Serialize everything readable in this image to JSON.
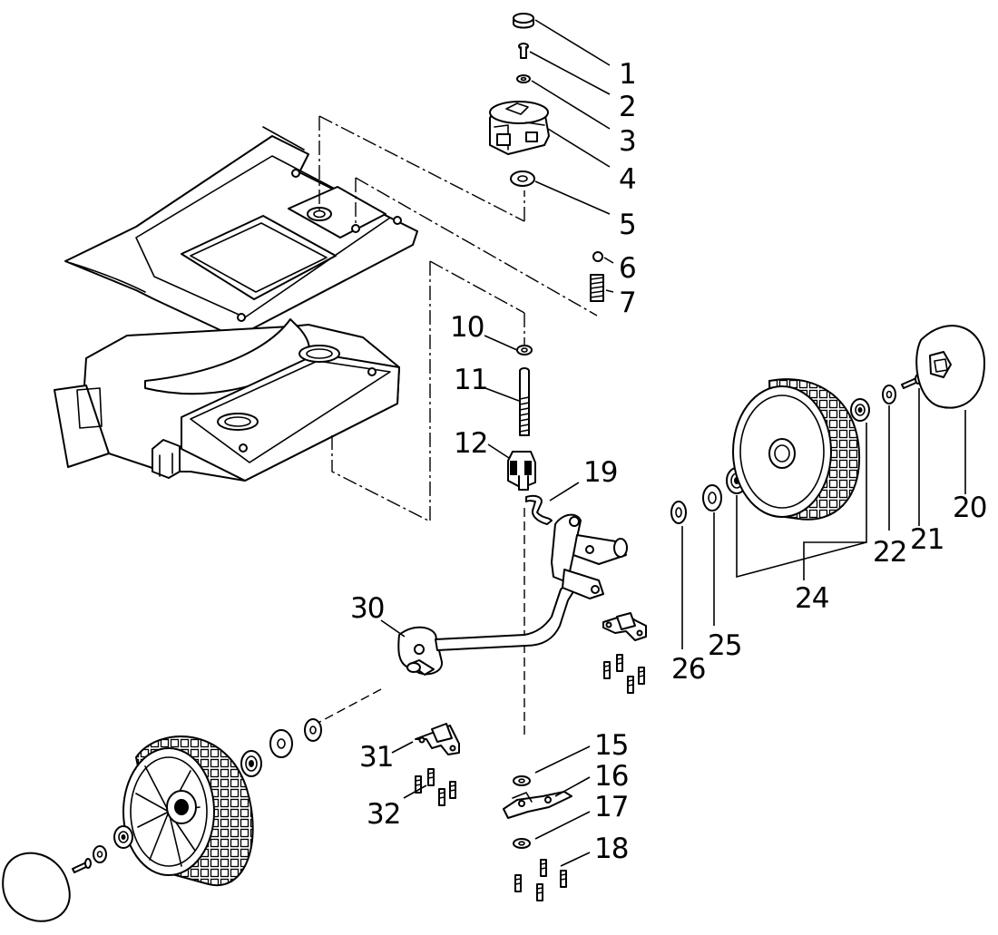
{
  "diagram": {
    "callouts": [
      {
        "id": "c1",
        "text": "1"
      },
      {
        "id": "c2",
        "text": "2"
      },
      {
        "id": "c3",
        "text": "3"
      },
      {
        "id": "c4",
        "text": "4"
      },
      {
        "id": "c5",
        "text": "5"
      },
      {
        "id": "c6",
        "text": "6"
      },
      {
        "id": "c7",
        "text": "7"
      },
      {
        "id": "c10",
        "text": "10"
      },
      {
        "id": "c11",
        "text": "11"
      },
      {
        "id": "c12",
        "text": "12"
      },
      {
        "id": "c15",
        "text": "15"
      },
      {
        "id": "c16",
        "text": "16"
      },
      {
        "id": "c17",
        "text": "17"
      },
      {
        "id": "c18",
        "text": "18"
      },
      {
        "id": "c19",
        "text": "19"
      },
      {
        "id": "c20",
        "text": "20"
      },
      {
        "id": "c21",
        "text": "21"
      },
      {
        "id": "c22",
        "text": "22"
      },
      {
        "id": "c24",
        "text": "24"
      },
      {
        "id": "c25",
        "text": "25"
      },
      {
        "id": "c26",
        "text": "26"
      },
      {
        "id": "c30",
        "text": "30"
      },
      {
        "id": "c31",
        "text": "31"
      },
      {
        "id": "c32",
        "text": "32"
      }
    ]
  }
}
